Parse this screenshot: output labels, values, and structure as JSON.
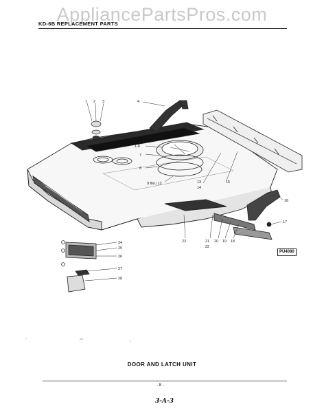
{
  "watermark": "AppliancePartsPros.com",
  "header": {
    "title": "KD-6B REPLACEMENT PARTS"
  },
  "diagram": {
    "caption": "DOOR AND LATCH UNIT",
    "part_number_tag": "PU4080",
    "callouts": [
      "1",
      "2",
      "3",
      "4",
      "1-6",
      "7",
      "8",
      "9 thru 12",
      "13",
      "14",
      "15",
      "16",
      "17",
      "18",
      "19",
      "20",
      "21",
      "22",
      "23",
      "24",
      "25",
      "26",
      "27",
      "28"
    ]
  },
  "footer": {
    "page_number": "- 8 -",
    "handwritten_note": "3-A-3"
  }
}
